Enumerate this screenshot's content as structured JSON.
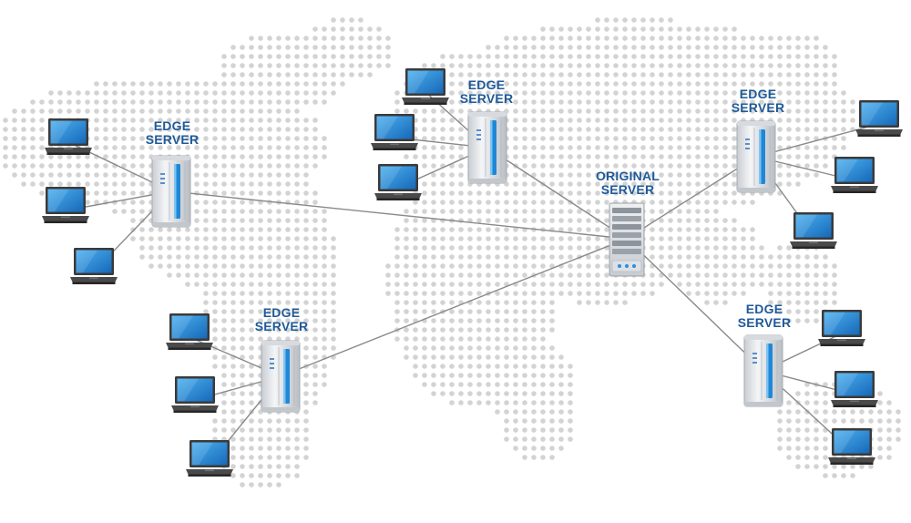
{
  "labels": {
    "edge_line1": "EDGE",
    "edge_line2": "SERVER",
    "origin_line1": "ORIGINAL",
    "origin_line2": "SERVER"
  },
  "colors": {
    "label": "#1f5a99",
    "map_dot": "#d3d3d3",
    "link_line": "#8a8a8a",
    "laptop_screen": "#1e88d6",
    "laptop_body": "#3d3d3d",
    "server_body": "#e3e6e9",
    "server_stripe": "#1e88d6"
  },
  "icons": {
    "client": "laptop-icon",
    "edge": "edge-server-icon",
    "origin": "origin-server-icon"
  }
}
